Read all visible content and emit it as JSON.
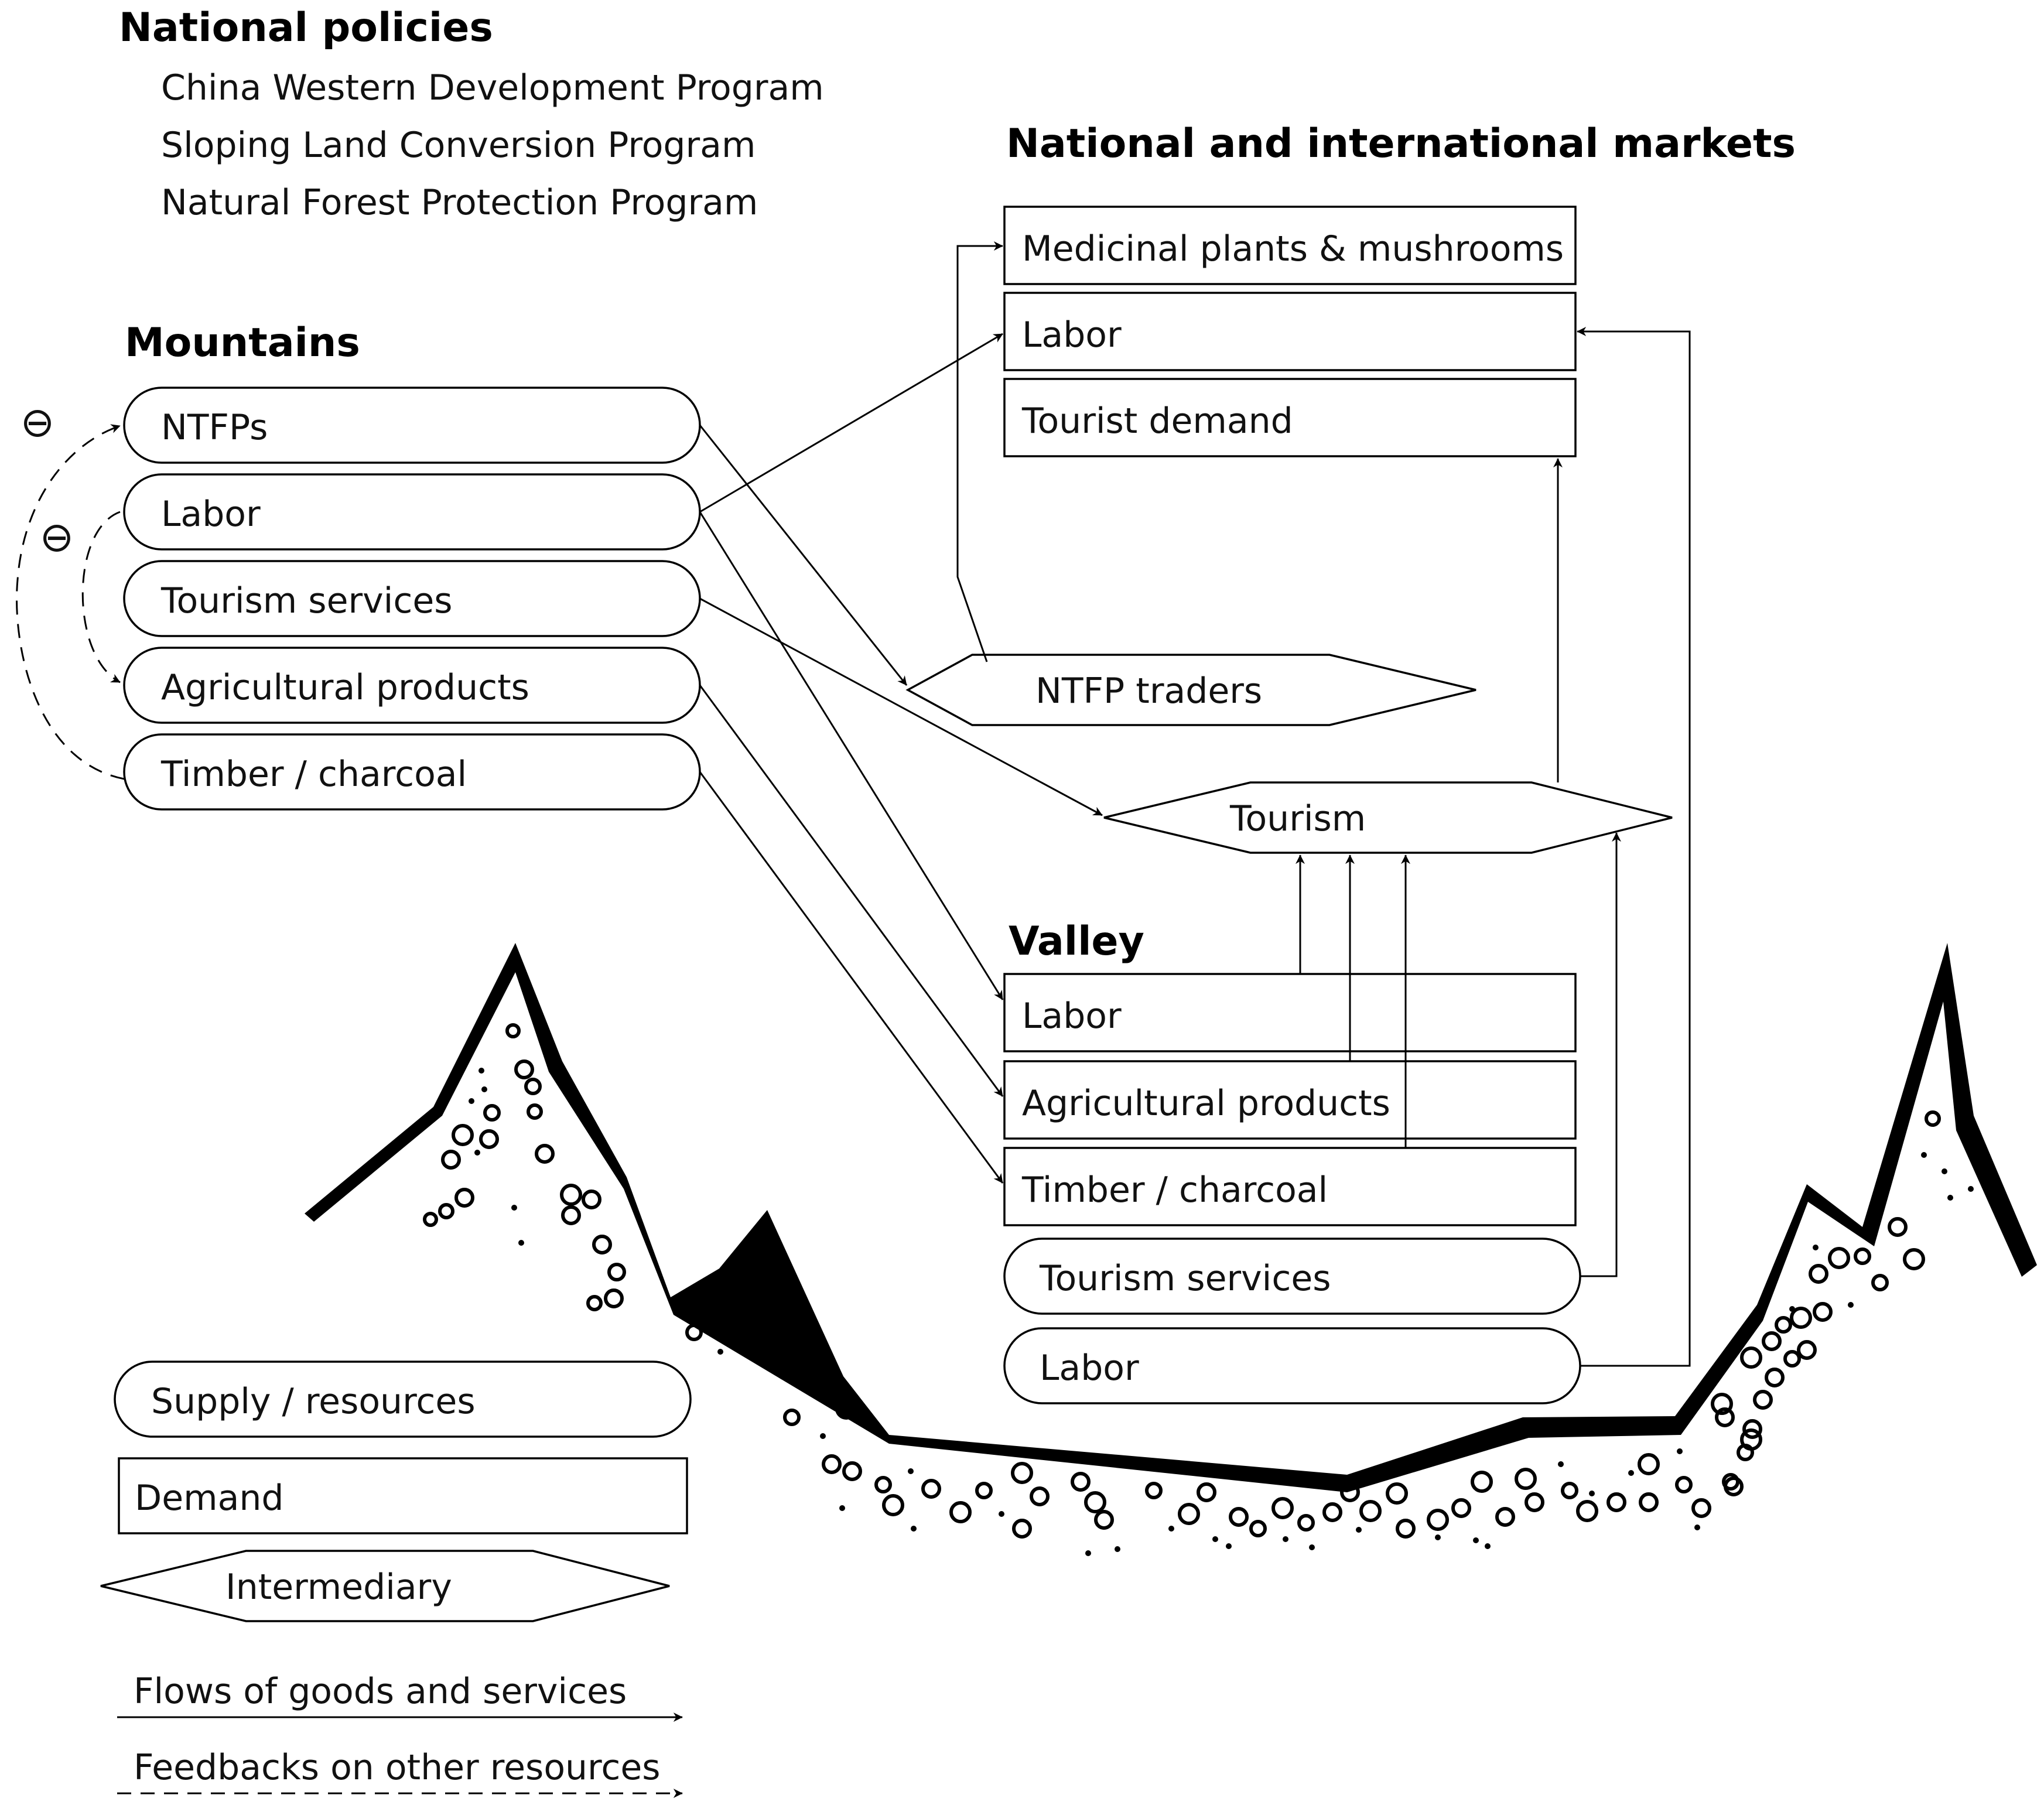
{
  "national_policies": {
    "title": "National policies",
    "items": [
      "China Western Development Program",
      "Sloping Land Conversion Program",
      "Natural Forest Protection Program"
    ]
  },
  "markets": {
    "title": "National and international markets",
    "boxes": [
      "Medicinal plants & mushrooms",
      "Labor",
      "Tourist demand"
    ]
  },
  "mountains": {
    "title": "Mountains",
    "items": [
      "NTFPs",
      "Labor",
      "Tourism services",
      "Agricultural products",
      "Timber / charcoal"
    ]
  },
  "intermediaries": {
    "ntfp_traders": "NTFP traders",
    "tourism": "Tourism"
  },
  "valley": {
    "title": "Valley",
    "demand": [
      "Labor",
      "Agricultural products",
      "Timber / charcoal"
    ],
    "supply": [
      "Tourism services",
      "Labor"
    ]
  },
  "feedback_symbol": "⊖",
  "legend": {
    "supply": "Supply / resources",
    "demand": "Demand",
    "intermediary": "Intermediary",
    "flows": "Flows of goods and services",
    "feedbacks": "Feedbacks on other resources"
  }
}
